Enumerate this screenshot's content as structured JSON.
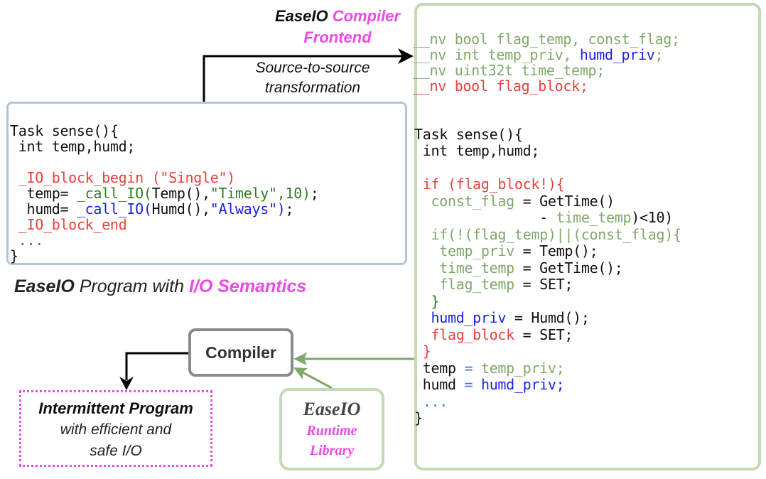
{
  "frontend_label": {
    "line1_part1": "EaseIO",
    "line1_part2": "Compiler",
    "line2": "Frontend",
    "sub1": "Source-to-source",
    "sub2": "transformation"
  },
  "source_program": {
    "caption_part1": "EaseIO",
    "caption_part2": "Program with",
    "caption_part3": "I/O Semantics",
    "lines": {
      "l1": "Task sense(){",
      "l2": " int temp,humd;",
      "l3": " _IO_block_begin (\"Single\")",
      "l4_a": "  temp= ",
      "l4_b": "_call_IO(",
      "l4_c": "Temp(),",
      "l4_d": "\"Timely\",10)",
      "l4_e": ";",
      "l5_a": "  humd= ",
      "l5_b": "_call_IO(",
      "l5_c": "Humd(),",
      "l5_d": "\"Always\")",
      "l5_e": ";",
      "l6": " _IO_block_end",
      "l7": " ...",
      "l8": "}"
    }
  },
  "transformed_program": {
    "lines": {
      "d1": "__nv bool flag_temp, const_flag;",
      "d2_a": "__nv int temp_priv, ",
      "d2_b": "humd_priv",
      "d2_c": ";",
      "d3": "__nv uint32t time_temp;",
      "d4": "__nv bool flag_block;",
      "t1": "Task sense(){",
      "t2": " int temp,humd;",
      "t3": " if (flag_block!){",
      "t4_a": "  const_flag",
      "t4_b": " = GetTime()",
      "t5_a": "               - ",
      "t5_b": "time_temp",
      "t5_c": ")<10)",
      "t6": "  if(!(flag_temp)||(const_flag){",
      "t7_a": "   temp_priv",
      "t7_b": " = Temp();",
      "t8_a": "   time_temp",
      "t8_b": " = GetTime();",
      "t9_a": "   flag_temp",
      "t9_b": " = SET;",
      "t10": "  }",
      "t11_a": "  humd_priv",
      "t11_b": " = Humd();",
      "t12_a": "  flag_block",
      "t12_b": " = SET;",
      "t13": " }",
      "t14_a": " temp",
      "t14_b": " = ",
      "t14_c": "temp_priv;",
      "t15_a": " humd",
      "t15_b": " = ",
      "t15_c": "humd_priv;",
      "t16": " ...",
      "t17": "}"
    }
  },
  "compiler": {
    "label": "Compiler"
  },
  "runtime_library": {
    "line1": "EaseIO",
    "line2": "Runtime",
    "line3": "Library"
  },
  "intermittent_program": {
    "line1": "Intermittent Program",
    "line2": "with efficient and",
    "line3": "safe I/O"
  },
  "colors": {
    "magenta": "#e84be8",
    "red": "#e8413b",
    "green": "#7fa86a",
    "dark_green": "#2f7d25",
    "blue": "#1a21e8",
    "source_border": "#b3c3dd",
    "output_border": "#c4d9b5",
    "compiler_border": "#8a8a8a"
  }
}
